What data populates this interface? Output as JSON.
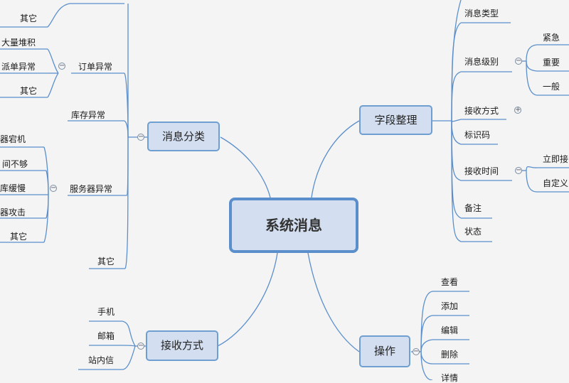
{
  "root": {
    "label": "系统消息"
  },
  "branches": {
    "category": {
      "label": "消息分类"
    },
    "fields": {
      "label": "字段整理"
    },
    "receive": {
      "label": "接收方式"
    },
    "ops": {
      "label": "操作"
    }
  },
  "category": {
    "top_other": "其它",
    "order": {
      "label": "订单异常",
      "items": [
        "大量堆积",
        "派单异常",
        "其它"
      ]
    },
    "inventory": "库存异常",
    "server": {
      "label": "服务器异常",
      "items": [
        "器宕机",
        "间不够",
        "库缓慢",
        "器攻击",
        "其它"
      ]
    },
    "other": "其它"
  },
  "fields": {
    "type": "消息类型",
    "level": {
      "label": "消息级别",
      "items": [
        "紧急",
        "重要",
        "一般"
      ]
    },
    "receive_mode": "接收方式",
    "identifier": "标识码",
    "receive_time": {
      "label": "接收时间",
      "items": [
        "立即接",
        "自定义"
      ]
    },
    "remark": "备注",
    "status": "状态"
  },
  "receive": {
    "items": [
      "手机",
      "邮箱",
      "站内信"
    ]
  },
  "ops": {
    "items": [
      "查看",
      "添加",
      "编辑",
      "删除",
      "详情"
    ]
  },
  "toggles": {
    "collapse": "−",
    "expand": "+"
  },
  "colors": {
    "line": "#5b8fcc",
    "node_fill": "#d3dff0",
    "node_border": "#6f9fd0"
  }
}
